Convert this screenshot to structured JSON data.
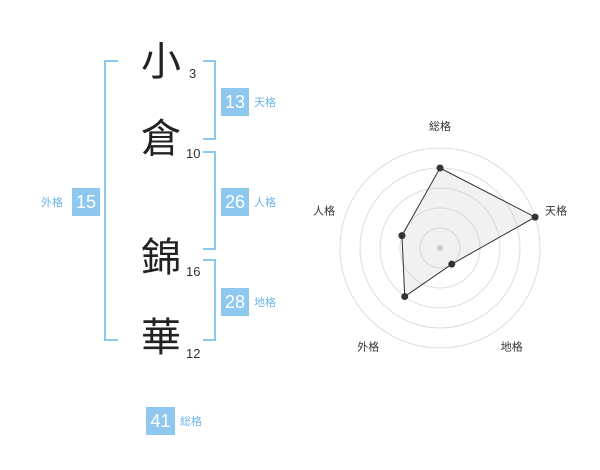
{
  "name": {
    "chars": [
      {
        "char": "小",
        "strokes": "3"
      },
      {
        "char": "倉",
        "strokes": "10"
      },
      {
        "char": "錦",
        "strokes": "16"
      },
      {
        "char": "華",
        "strokes": "12"
      }
    ]
  },
  "kaku": {
    "ten": {
      "value": "13",
      "label": "天格"
    },
    "jin": {
      "value": "26",
      "label": "人格"
    },
    "chi": {
      "value": "28",
      "label": "地格"
    },
    "gai": {
      "value": "15",
      "label": "外格"
    },
    "sou": {
      "value": "41",
      "label": "総格"
    }
  },
  "colors": {
    "accent": "#8ec8ef",
    "label": "#6ab6e8"
  },
  "chart_data": {
    "type": "radar",
    "axes": [
      "総格",
      "天格",
      "地格",
      "外格",
      "人格"
    ],
    "levels": 5,
    "values": [
      4,
      5,
      1,
      3,
      2
    ],
    "max": 5,
    "grid": true
  }
}
